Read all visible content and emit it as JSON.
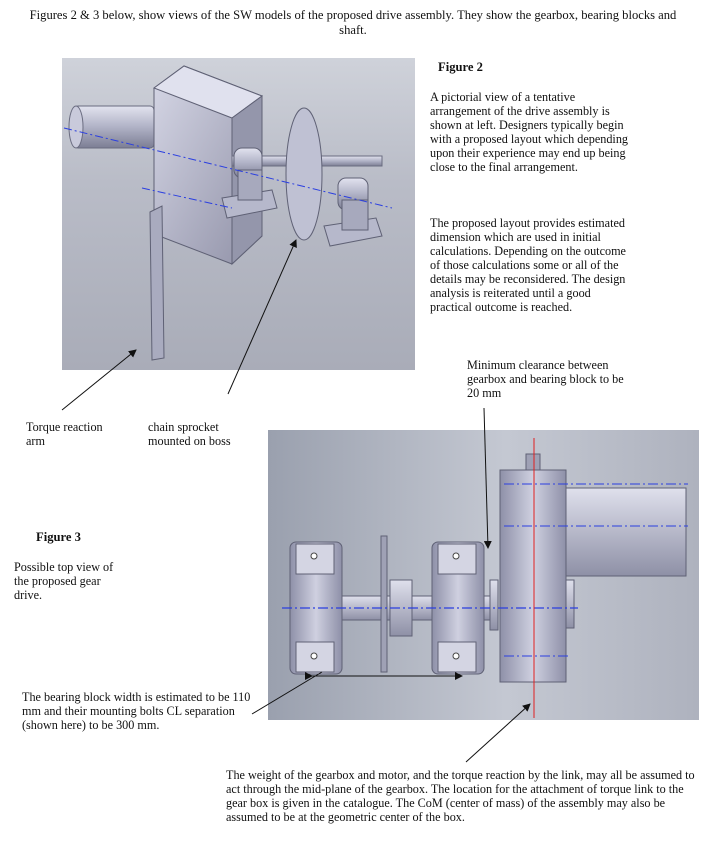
{
  "intro": "Figures 2 & 3 below, show views of the SW models of the proposed drive assembly. They show the gearbox, bearing blocks and shaft.",
  "figure2": {
    "title": "Figure 2",
    "para1": "A pictorial view of a tentative arrangement of the drive assembly is shown at left. Designers typically begin with a proposed layout which depending upon their experience may end up being close to the final arrangement.",
    "para2": "The proposed layout provides estimated dimension which are used in initial calculations. Depending on the outcome of those calculations some or all of the details may be reconsidered. The design analysis is reiterated until a good practical outcome is reached."
  },
  "labels": {
    "torque_arm": "Torque reaction arm",
    "sprocket": "chain sprocket mounted on boss",
    "clearance": "Minimum clearance between gearbox and bearing block to be 20 mm",
    "bearing_width": "The bearing block width is estimated to be 110 mm and their mounting bolts CL separation (shown here) to be 300 mm.",
    "weight_note": "The weight of the gearbox and motor, and the torque reaction by the link, may all be assumed to act through the mid-plane of the gearbox. The location for the attachment of torque link to the gear box is given in the catalogue. The CoM (center of mass) of the assembly may also be assumed to be at the geometric center of the box."
  },
  "figure3": {
    "title": "Figure 3",
    "caption": "Possible top view of the proposed gear drive."
  },
  "colors": {
    "metal": "#c3c4d6",
    "centerline": "#2b3fe0",
    "midplane": "#e02020"
  }
}
